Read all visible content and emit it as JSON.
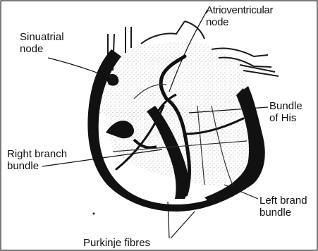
{
  "colors": {
    "outline": "#1a1a1a",
    "muscle": "#111111",
    "stipple": "#8a8a8a",
    "text": "#111111",
    "background": "#ffffff"
  },
  "labels": {
    "atrioventricular_node": [
      "Atrioventricular",
      "node"
    ],
    "sinuatrial_node": [
      "Sinuatrial",
      "node"
    ],
    "bundle_of_his": [
      "Bundle",
      "of His"
    ],
    "right_branch_bundle": [
      "Right branch",
      "bundle"
    ],
    "left_branch_bundle": [
      "Left brand",
      "bundle"
    ],
    "purkinje_fibres": [
      "Purkinje fibres"
    ]
  }
}
